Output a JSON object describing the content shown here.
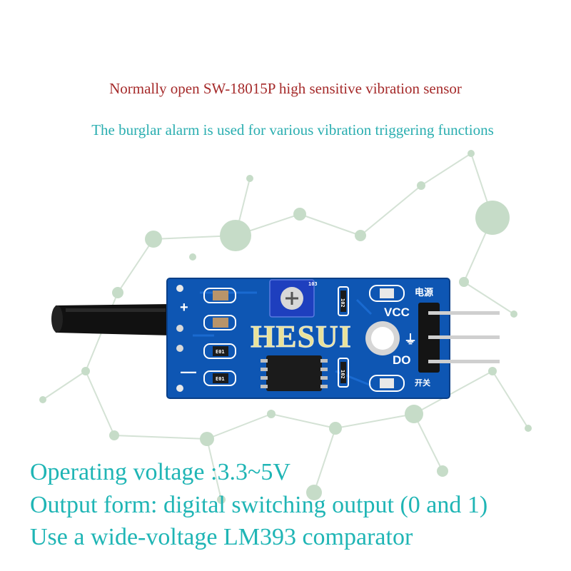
{
  "title": "Normally open SW-18015P high sensitive vibration sensor",
  "subtitle": "The burglar alarm is used for various vibration triggering functions",
  "specs": [
    "Operating voltage :3.3~5V",
    "Output form: digital switching output (0 and 1)",
    "Use a wide-voltage LM393 comparator"
  ],
  "watermark": "HESUI",
  "board": {
    "pin_vcc": "VCC",
    "pin_gnd": "⏚",
    "pin_do": "DO",
    "power_label": "电源",
    "switch_label": "开关",
    "plus": "+",
    "minus": "—",
    "resistor_code_1": "E01",
    "resistor_code_2": "E01",
    "resistor_code_3": "102",
    "resistor_code_4": "102",
    "chip_code": "103"
  },
  "colors": {
    "title": "#a52a2a",
    "subtitle": "#2aaeb0",
    "specs": "#1fb5b5",
    "watermark": "#e9e29a",
    "pcb": "#0e56b3",
    "pcb_dark": "#0a3f87",
    "sensor": "#111111",
    "network_node": "#c6dcc8",
    "network_line": "#d4e2d5"
  }
}
